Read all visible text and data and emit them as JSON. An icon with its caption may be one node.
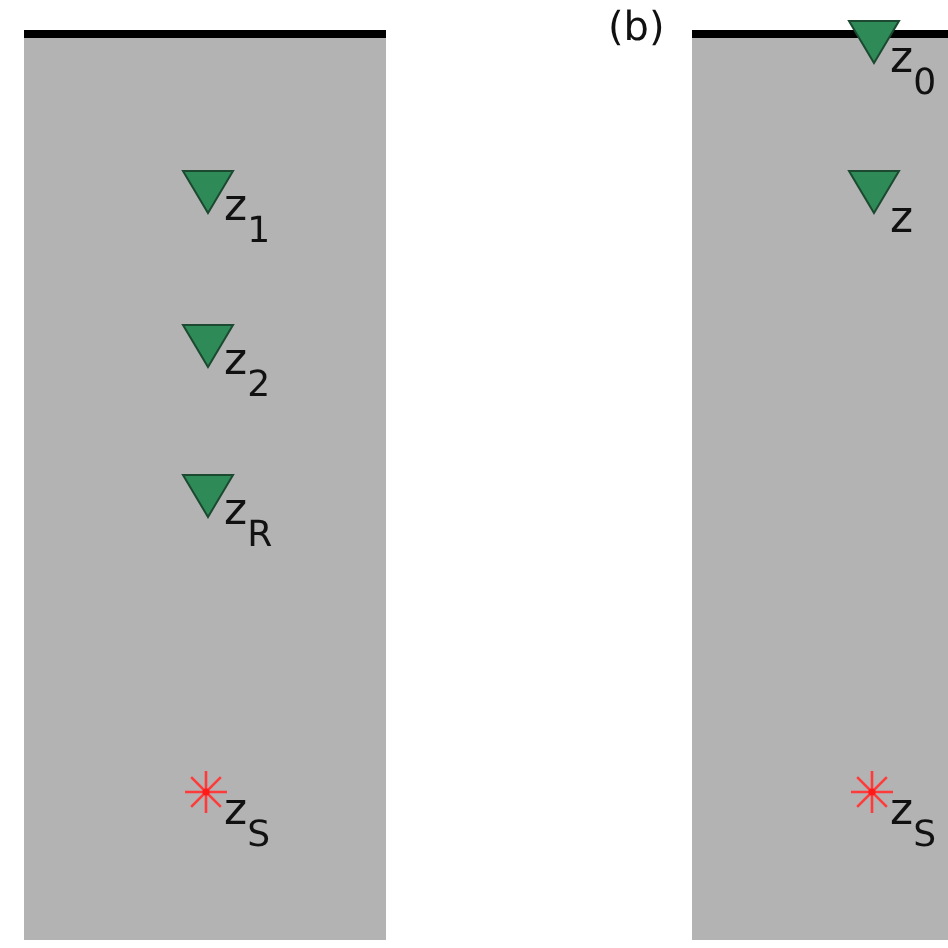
{
  "diagram": {
    "nodes": [
      {
        "text": [
          "z$_{1}$",
          "z$_{2}$",
          "z$_{R}$",
          "z$_{S}$"
        ]
      },
      {
        "text": [
          "z$_{0}$",
          "z",
          "z$_{S}$"
        ],
        "beside": [
          "(b)"
        ]
      }
    ]
  }
}
